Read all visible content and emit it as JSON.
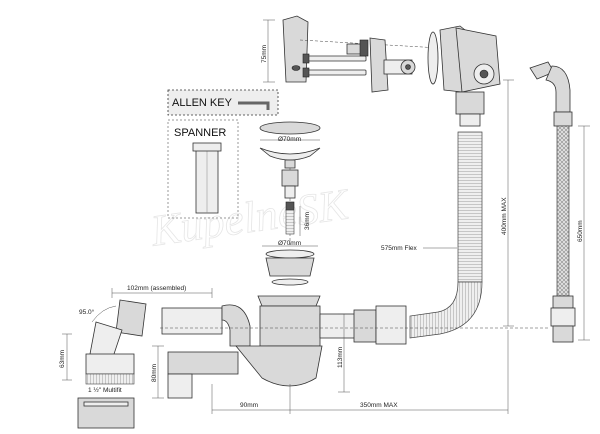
{
  "labels": {
    "allen_key": "ALLEN KEY",
    "spanner": "SPANNER",
    "watermark": "KupelneSK"
  },
  "dimensions": {
    "d75": "75mm",
    "d70_top": "Ø70mm",
    "d36": "36mm",
    "d70_bottom": "Ø70mm",
    "flex575": "575mm Flex",
    "max400": "400mm MAX",
    "d650": "650mm",
    "assembled102": "102mm (assembled)",
    "angle95": "95.0°",
    "d63": "63mm",
    "multifit": "1 ½\" Multifit",
    "d80": "80mm",
    "d113": "113mm",
    "d90": "90mm",
    "max350": "350mm MAX"
  }
}
